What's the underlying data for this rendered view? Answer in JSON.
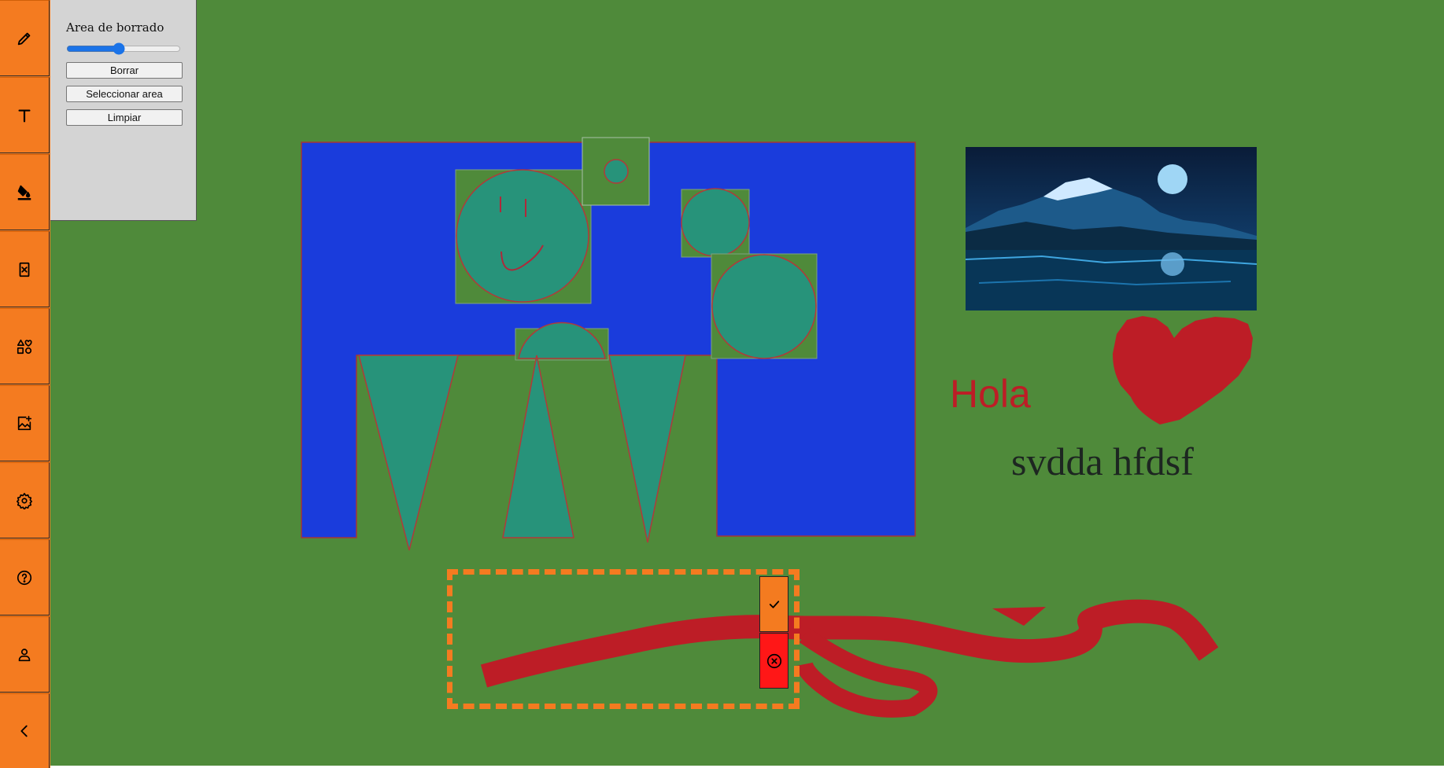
{
  "toolbar": {
    "items": [
      {
        "icon": "pencil-icon"
      },
      {
        "icon": "text-icon"
      },
      {
        "icon": "paint-bucket-icon"
      },
      {
        "icon": "eraser-icon"
      },
      {
        "icon": "shapes-icon"
      },
      {
        "icon": "add-image-icon"
      },
      {
        "icon": "gear-icon"
      },
      {
        "icon": "help-icon"
      },
      {
        "icon": "user-icon"
      },
      {
        "icon": "chevron-left-icon"
      }
    ]
  },
  "eraser_panel": {
    "title": "Area de borrado",
    "slider_value": 45,
    "buttons": {
      "erase": "Borrar",
      "select_area": "Seleccionar area",
      "clear": "Limpiar"
    }
  },
  "canvas": {
    "texts": {
      "hola": "Hola",
      "svdda": "svdda hfdsf"
    }
  },
  "selection": {
    "confirm_icon": "check-icon",
    "cancel_icon": "close-circle-icon"
  },
  "colors": {
    "toolbar": "#f47b20",
    "canvas_bg": "#4f8a3a",
    "blue_fill": "#1a3cdc",
    "teal_fill": "#27937a",
    "red_stroke": "#bd1d26",
    "cancel_red": "#ff1717"
  }
}
